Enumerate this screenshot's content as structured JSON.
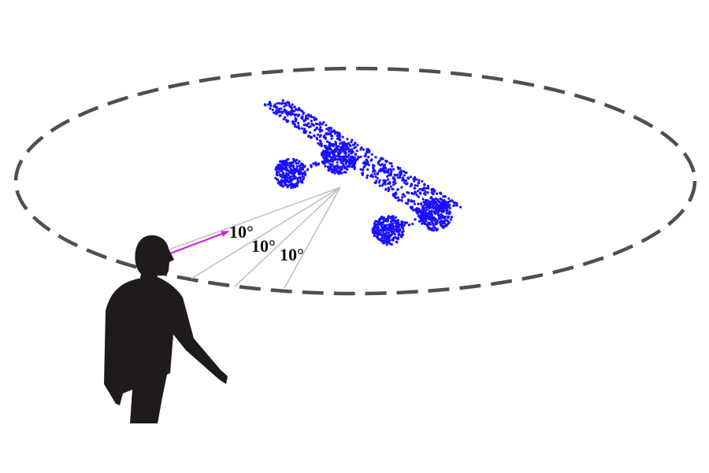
{
  "diagram": {
    "angle_labels": [
      "10°",
      "10°",
      "10°"
    ],
    "colors": {
      "orbit": "#4d5050",
      "point_cloud": "#1a10ff",
      "gaze_arrow": "#cc22dd",
      "view_rays": "#c2c2c2",
      "person": "#1e1b1a"
    },
    "icons": {
      "person": "person-silhouette-icon",
      "object": "skateboard-point-cloud"
    }
  }
}
